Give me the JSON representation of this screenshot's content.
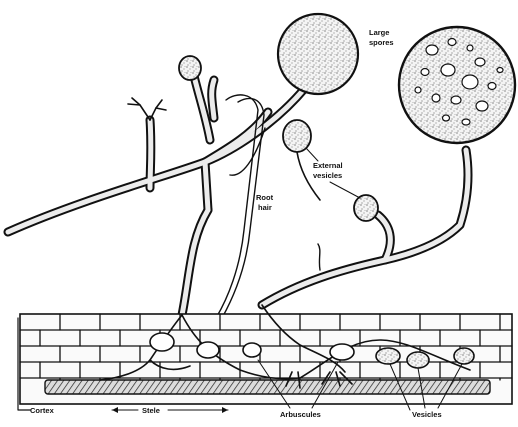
{
  "labels": {
    "large_spores": [
      "Large",
      "spores"
    ],
    "external_vesicles": [
      "External",
      "vesicles"
    ],
    "root_hair": [
      "Root",
      "hair"
    ],
    "cortex": "Cortex",
    "stele": "Stele",
    "arbuscules": "Arbuscules",
    "vesicles": "Vesicles"
  }
}
